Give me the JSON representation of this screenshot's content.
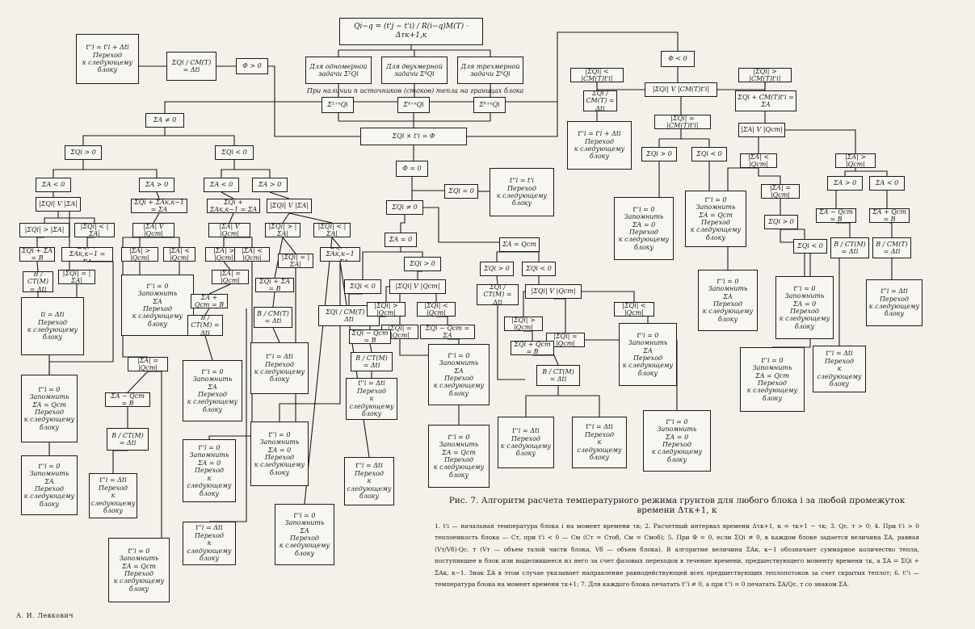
{
  "figure": {
    "caption": "Рис. 7. Алгоритм расчета температурного режима грунтов для любого блока i за любой промежуток времени Δτк+1, к",
    "notes": "1. t'i — начальная температура блока i на момент времени τк; 2. Расчетный интервал времени Δτк+1, к = τк+1 − τк; 3. Qс. т > 0; 4. При t'i > 0 теплоемкость блока — Cт, при t'i < 0 — Cм (Cт = Cтоб, Cм = Cмоб); 5. При Φ = 0, если ΣQi ≠ 0, в каждом блоке задается величина ΣA, равная (Vт/Vб)·Qс. т (Vт — объем талой части блока, Vб — объем блока). В алгоритме величина ΣAк, к−1 обозначает суммарное количество тепла, поступившее в блок или выделившееся из него за счет фазовых переходов в течение времени, предшествующего моменту времени τк, а ΣA = ΣQi + ΣAк, к−1. Знак ΣA в этом случае указывает направление равнодействующей всех предшествующих теплопотоков за счет скрытых теплот; 6. t''i — температура блока на момент времени τк+1; 7. Для каждого блока печатать t''i ≠ 0, а при t''i = 0 печатать ΣA/Qс. т со знаком ΣA.",
    "author": "А. И. Левкович",
    "sources_label": "При наличии   n  источников (стоков) тепла на границах блока"
  },
  "boxes": {
    "top": "Qi−q = (t'j − t'i) / R(i−q)M(T) · Δτк+1,к",
    "one_d": "Для одномерной\nзадачи Σ²Qi",
    "two_d": "Для двухмерной\nзадачи Σ⁴Qi",
    "three_d": "Для трехмерной\nзадачи Σ⁶Qi",
    "src1": "Σ²⁺ⁿQi",
    "src2": "Σ⁴⁺ⁿQi",
    "src3": "Σ⁶⁺ⁿQi",
    "sumQt": "ΣQi × t'i = Φ",
    "phi_pos": "Φ > 0",
    "phi_neg": "Φ < 0",
    "phi_zero": "Φ = 0",
    "L_sumQ": "ΣQi / CM(T) = Δti",
    "L_t": "t''i = t'i + Δti\nПереход\nк следующему\nблоку",
    "N_sumA0": "ΣA ≠ 0",
    "N_q_pos": "ΣQi > 0",
    "N_q_neg": "ΣQi < 0",
    "a_lt": "ΣA < 0",
    "a_gt": "ΣA > 0",
    "a_lt2": "ΣA < 0",
    "a_gt2": "ΣA > 0",
    "c1": "|ΣQi| V |ΣA|",
    "c1a": "|ΣQi| > |ΣA|",
    "c1b": "|ΣQi| < |ΣA|",
    "c1c": "|ΣQi| = |ΣA|",
    "c1d": "ΣQi + ΣA = B",
    "c1e": "ΣQi + ΣAк,к−1 = ΣA",
    "c1f": "B / CT(M) = Δti",
    "c1g": "ti = Δti\nПереход\nк следующему\nблоку",
    "c1h": "t''i = 0\nЗапомнить\nΣA = Qст\nПереход\nк следующему\nблоку",
    "c1i": "t''i = 0\nЗапомнить\nΣA\nПереход\nк следующему\nблоку",
    "c2": "ΣQi + ΣAк,к−1 = ΣA",
    "c2a": "|ΣA| V |Qст|",
    "c2b": "|ΣA| > |Qст|",
    "c2c": "|ΣA| < |Qст|",
    "c2d": "t''i = 0\nЗапомнить\nΣA\nПереход\nк следующему\nблоку",
    "c2e": "|ΣA| = |Qст|",
    "c2f": "ΣA − Qст = B",
    "c2g": "B / CT(M) = Δti",
    "c2h": "t''i = Δti\nПереход\nк следующему\nблоку",
    "c2i": "t''i = 0\nЗапомнить\nΣA = Qст\nПереход\nк следующему\nблоку",
    "c3": "ΣQi + ΣAк,к−1 = ΣA",
    "c3a": "|ΣA| V |Qст|",
    "c3b": "|ΣA| > |Qст|",
    "c3c": "|ΣA| < |Qст|",
    "c3d": "|ΣA| = |Qст|",
    "c3e": "ΣA + Qст = B",
    "c3f": "B / CT(M) = Δti",
    "c3g": "t''i = 0\nЗапомнить\nΣA\nПереход\nк следующему\nблоку",
    "c3h": "t''i = 0\nЗапомнить\nΣA = 0\nПереход\nк следующему\nблоку",
    "c3i": "t''i = Δti\nПереход\nк следующему\nблоку",
    "c4": "|ΣQi| V |ΣA|",
    "c4a": "|ΣQi| > |ΣA|",
    "c4b": "|ΣQi| < |ΣA|",
    "c4c": "|ΣQi| = |ΣA|",
    "c4d": "ΣQi + ΣA = B",
    "c4e": "ΣQi + ΣAк,к−1 = ΣA",
    "c4f": "B / CM(T) = Δti",
    "c4g": "t''i = Δti\nПереход\nк следующему\nблоку",
    "c4h": "t''i = 0\nЗапомнить\nΣA = 0\nПереход\nк следующему\nблоку",
    "c4i": "t''i = 0\nЗапомнить\nΣA\nПереход\nк следующему\nблоку",
    "c4j": "t''i = Δti\nПереход\nк следующему\nблоку",
    "M_sumQ0": "ΣQi = 0",
    "M_keep": "t''i = t'i\nПереход\nк следующему\nблоку",
    "M_sumQne": "ΣQi ≠ 0",
    "M_a0": "ΣA = 0",
    "M_aq": "ΣA = Qст",
    "m1": "ΣQi < 0",
    "m1a": "ΣQi / CM(T) = Δti",
    "m1b": "t''i = Δti\nПереход\nк следующему\nблоку",
    "m2": "ΣQi > 0",
    "m2a": "|ΣQi| V |Qст|",
    "m2b": "|ΣQi| > |Qст|",
    "m2c": "|ΣQi| < |Qст|",
    "m2d": "|ΣQi| = |Qст|",
    "m2e": "ΣQi − Qст = B",
    "m2f": "ΣQi − Qст = ΣA",
    "m2g": "B / CT(M) = Δti",
    "m2h": "t''i = Δti\nПереход\nк следующему\nблоку",
    "m2i": "t''i = 0\nЗапомнить\nΣA\nПереход\nк следующему\nблоку",
    "m2j": "t''i = 0\nЗапомнить\nΣA = Qст\nПереход\nк следующему\nблоку",
    "m3": "ΣQi > 0",
    "m3a": "ΣQi / CT(M) = Δti",
    "m4": "ΣQi < 0",
    "m4a": "|ΣQi| V |Qст|",
    "m4b": "|ΣQi| > |Qст|",
    "m4c": "|ΣQi| < |Qст|",
    "m4d": "|ΣQi| = |Qст|",
    "m4e": "ΣQi + Qст = B",
    "m4f": "B / CT(M) = Δti",
    "m4g": "t''i = Δti\nПереход\nк следующему\nблоку",
    "m4h": "t''i = Δti\nПереход\nк следующему\nблоку",
    "m4i": "t''i = 0\nЗапомнить\nΣA = 0\nПереход\nк следующему\nблоку",
    "m4j": "t''i = 0\nЗапомнить\nΣA\nПереход\nк следующему\nблоку",
    "R_lt": "|ΣQi| < |CM(T)t'i|",
    "R_vs": "|ΣQi| V |CM(T)t'i|",
    "R_gt": "|ΣQi| > |CM(T)t'i|",
    "R_lt_a": "ΣQi / CM(T) = Δti",
    "R_lt_b": "t''i = t'i + Δti\nПереход\nк следующему\nблоку",
    "R_eq": "|ΣQi| = |CM(T)t'i|",
    "R_eq_pos": "ΣQi > 0",
    "R_eq_neg": "ΣQi < 0",
    "R_eq_pos_a": "t''i = 0\nЗапомнить\nΣA = 0\nПереход\nк следующему\nблоку",
    "R_eq_neg_a": "t''i = 0\nЗапомнить\nΣA = Qст\nПереход\nк следующему\nблоку",
    "R_gt_a": "ΣQi + CM(T)t'i = ΣA",
    "R_gt_b": "|ΣA| V |Qст|",
    "R_gt_c": "|ΣA| < |Qст|",
    "R_gt_d": "|ΣA| = |Qст|",
    "R_gt_e": "|ΣA| > |Qст|",
    "R_gt_f": "ΣQi > 0",
    "R_gt_g": "ΣQi < 0",
    "R_gt_h": "t''i = 0\nЗапомнить\nΣA\nПереход\nк следующему\nблоку",
    "R_gt_i": "t''i = 0\nЗапомнить\nΣA = 0\nПереход\nк следующему\nблоку",
    "R_gt_j": "t''i = 0\nЗапомнить\nΣA = Qст\nПереход\nк следующему\nблоку",
    "R_gt_k": "ΣA > 0",
    "R_gt_l": "ΣA < 0",
    "R_gt_m": "ΣA − Qст = B",
    "R_gt_n": "ΣA + Qст = B",
    "R_gt_o": "B / CT(M) = Δti",
    "R_gt_p": "B / CM(T) = Δti",
    "R_gt_q": "t''i = Δti\nПереход\nк следующему\nблоку",
    "R_gt_r": "t''i = Δti\nПереход\nк следующему\nблоку"
  }
}
